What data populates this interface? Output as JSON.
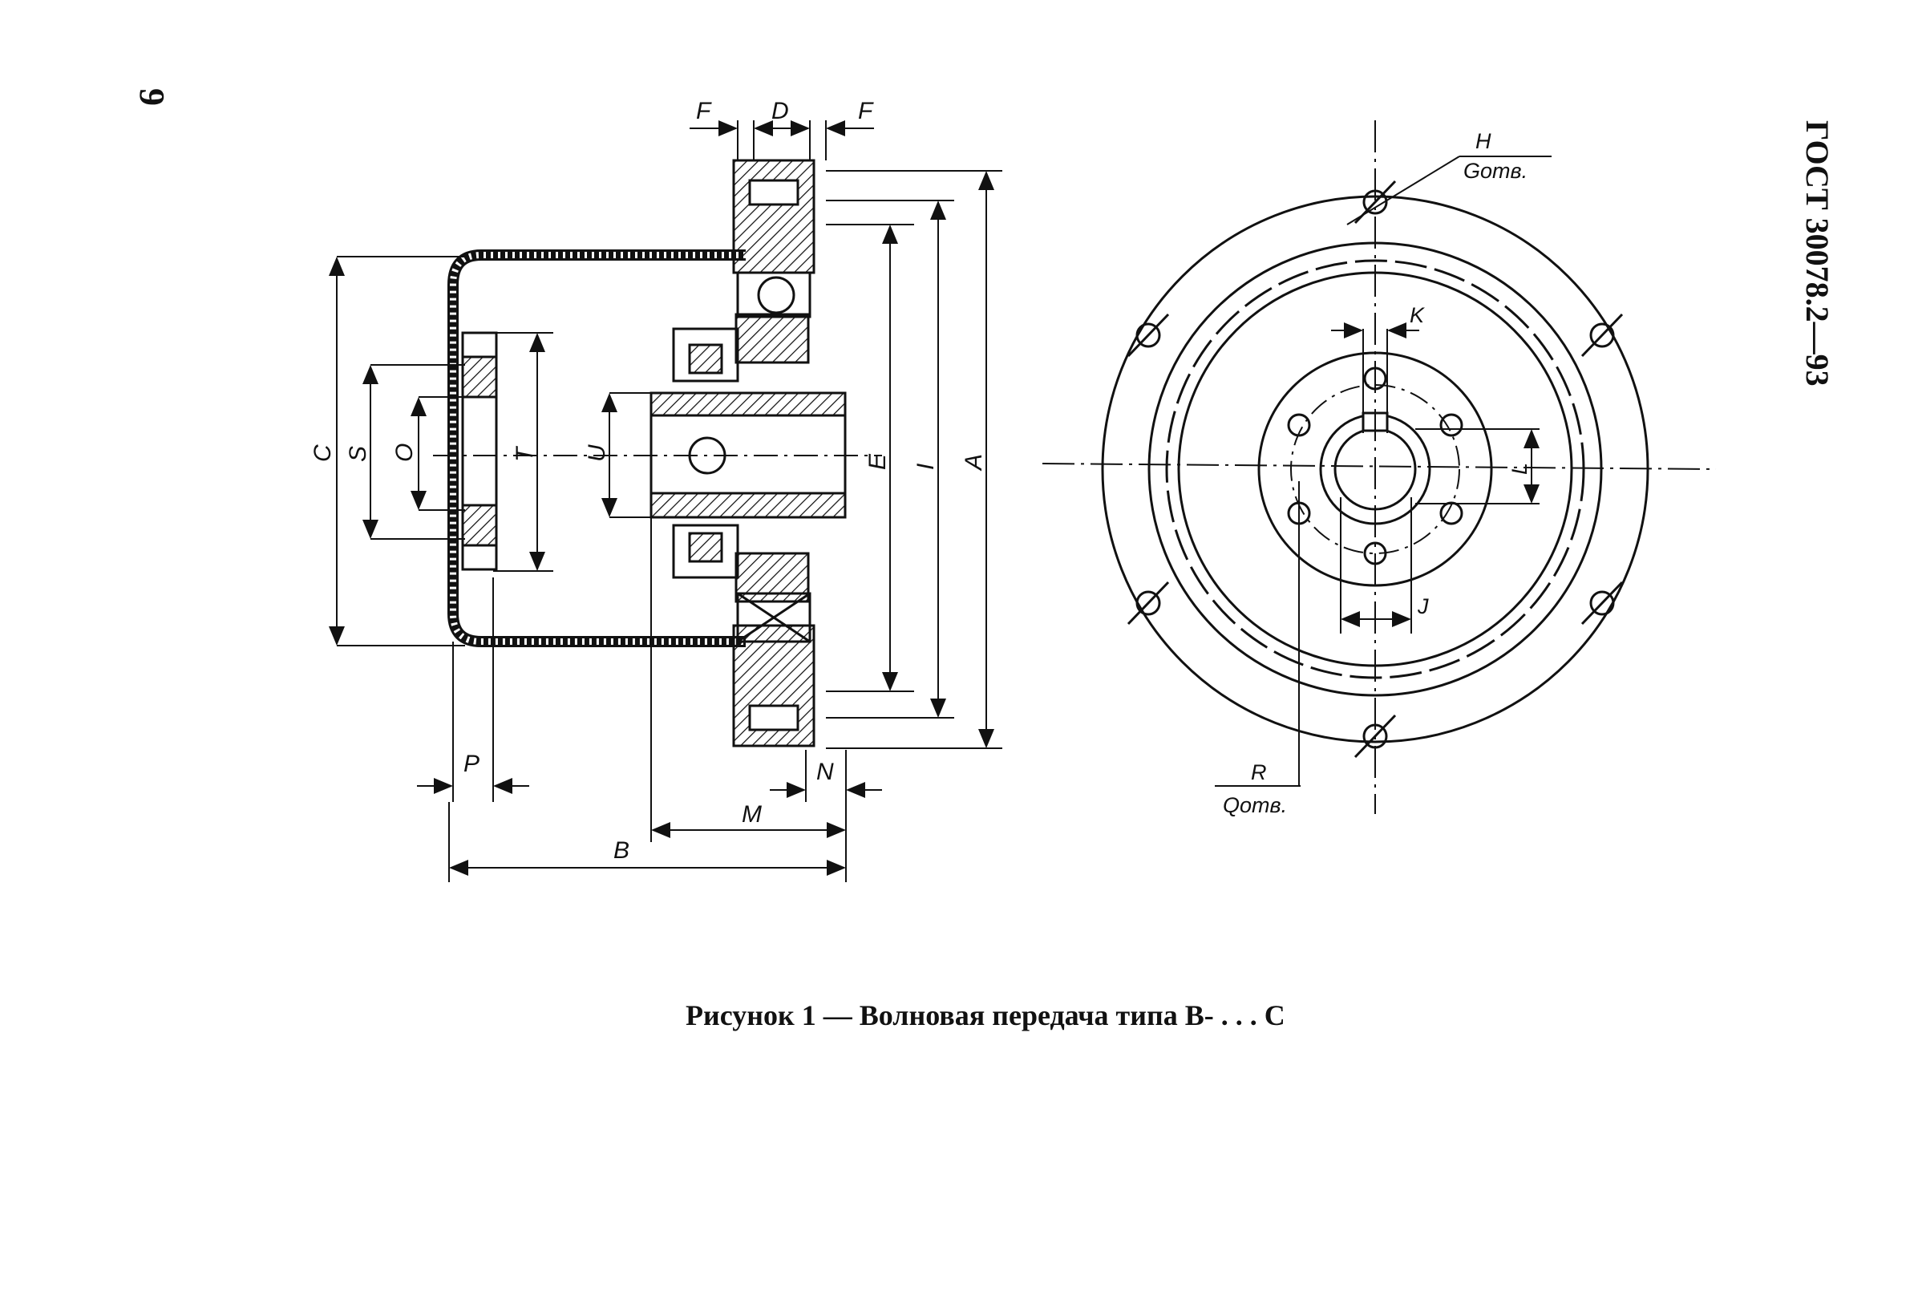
{
  "page": {
    "number": "9",
    "standard": "ГОСТ 30078.2—93"
  },
  "figure": {
    "caption": "Рисунок 1 — Волновая передача типа В- . . . С",
    "side_view_labels": {
      "F_left": "F",
      "D": "D",
      "F_right": "F",
      "C": "C",
      "S": "S",
      "O": "O",
      "T": "T",
      "U": "U",
      "E": "E",
      "I": "I",
      "A": "A",
      "P": "P",
      "N": "N",
      "M": "M",
      "B": "B"
    },
    "front_view_labels": {
      "H": "H",
      "G_otv": "Gотв.",
      "K": "K",
      "L": "L",
      "J": "J",
      "R": "R",
      "Q_otv": "Qотв."
    }
  }
}
